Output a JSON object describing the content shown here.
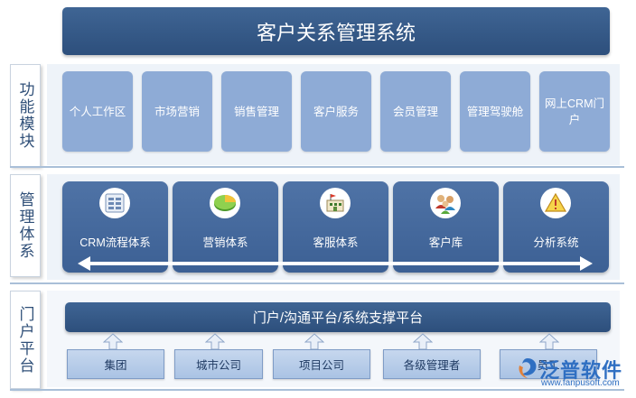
{
  "title": "客户关系管理系统",
  "sections": {
    "functions": "功能模块",
    "management": "管理体系",
    "portal": "门户平台"
  },
  "function_modules": [
    "个人工作区",
    "市场营销",
    "销售管理",
    "客户服务",
    "会员管理",
    "管理驾驶舱",
    "网上CRM门户"
  ],
  "systems": [
    {
      "label": "CRM流程体系",
      "icon": "document-list-icon"
    },
    {
      "label": "营销体系",
      "icon": "pie-chart-icon"
    },
    {
      "label": "客服体系",
      "icon": "service-building-icon"
    },
    {
      "label": "客户库",
      "icon": "people-group-icon"
    },
    {
      "label": "分析系统",
      "icon": "warning-triangle-icon"
    }
  ],
  "platform": "门户/沟通平台/系统支撑平台",
  "entities": [
    "集团",
    "城市公司",
    "项目公司",
    "各级管理者",
    "员工"
  ],
  "logo": {
    "name": "泛普软件",
    "url": "www.fanpusoft.com"
  },
  "colors": {
    "title_bar": "#34588a",
    "function_box": "#8eabd6",
    "system_box": "#4670a1",
    "entity_box": "#b8cde9"
  }
}
